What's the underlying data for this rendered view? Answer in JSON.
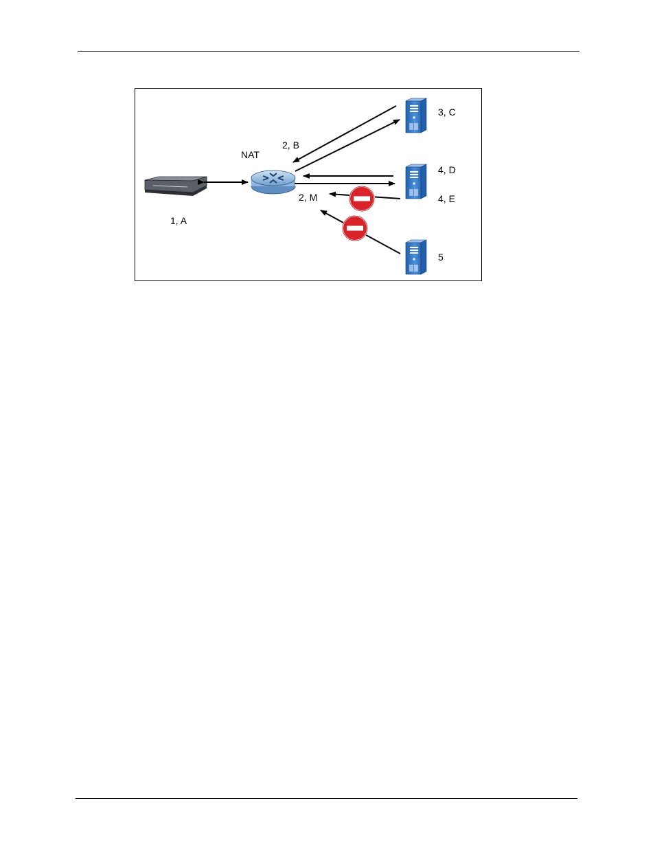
{
  "figure": {
    "labels": {
      "lan_host": "1, A",
      "nat_title": "NAT",
      "nat_outbound": "2, B",
      "nat_mapped": "2, M",
      "server_3": "3, C",
      "server_4d": "4, D",
      "server_4e": "4, E",
      "server_5": "5"
    }
  }
}
